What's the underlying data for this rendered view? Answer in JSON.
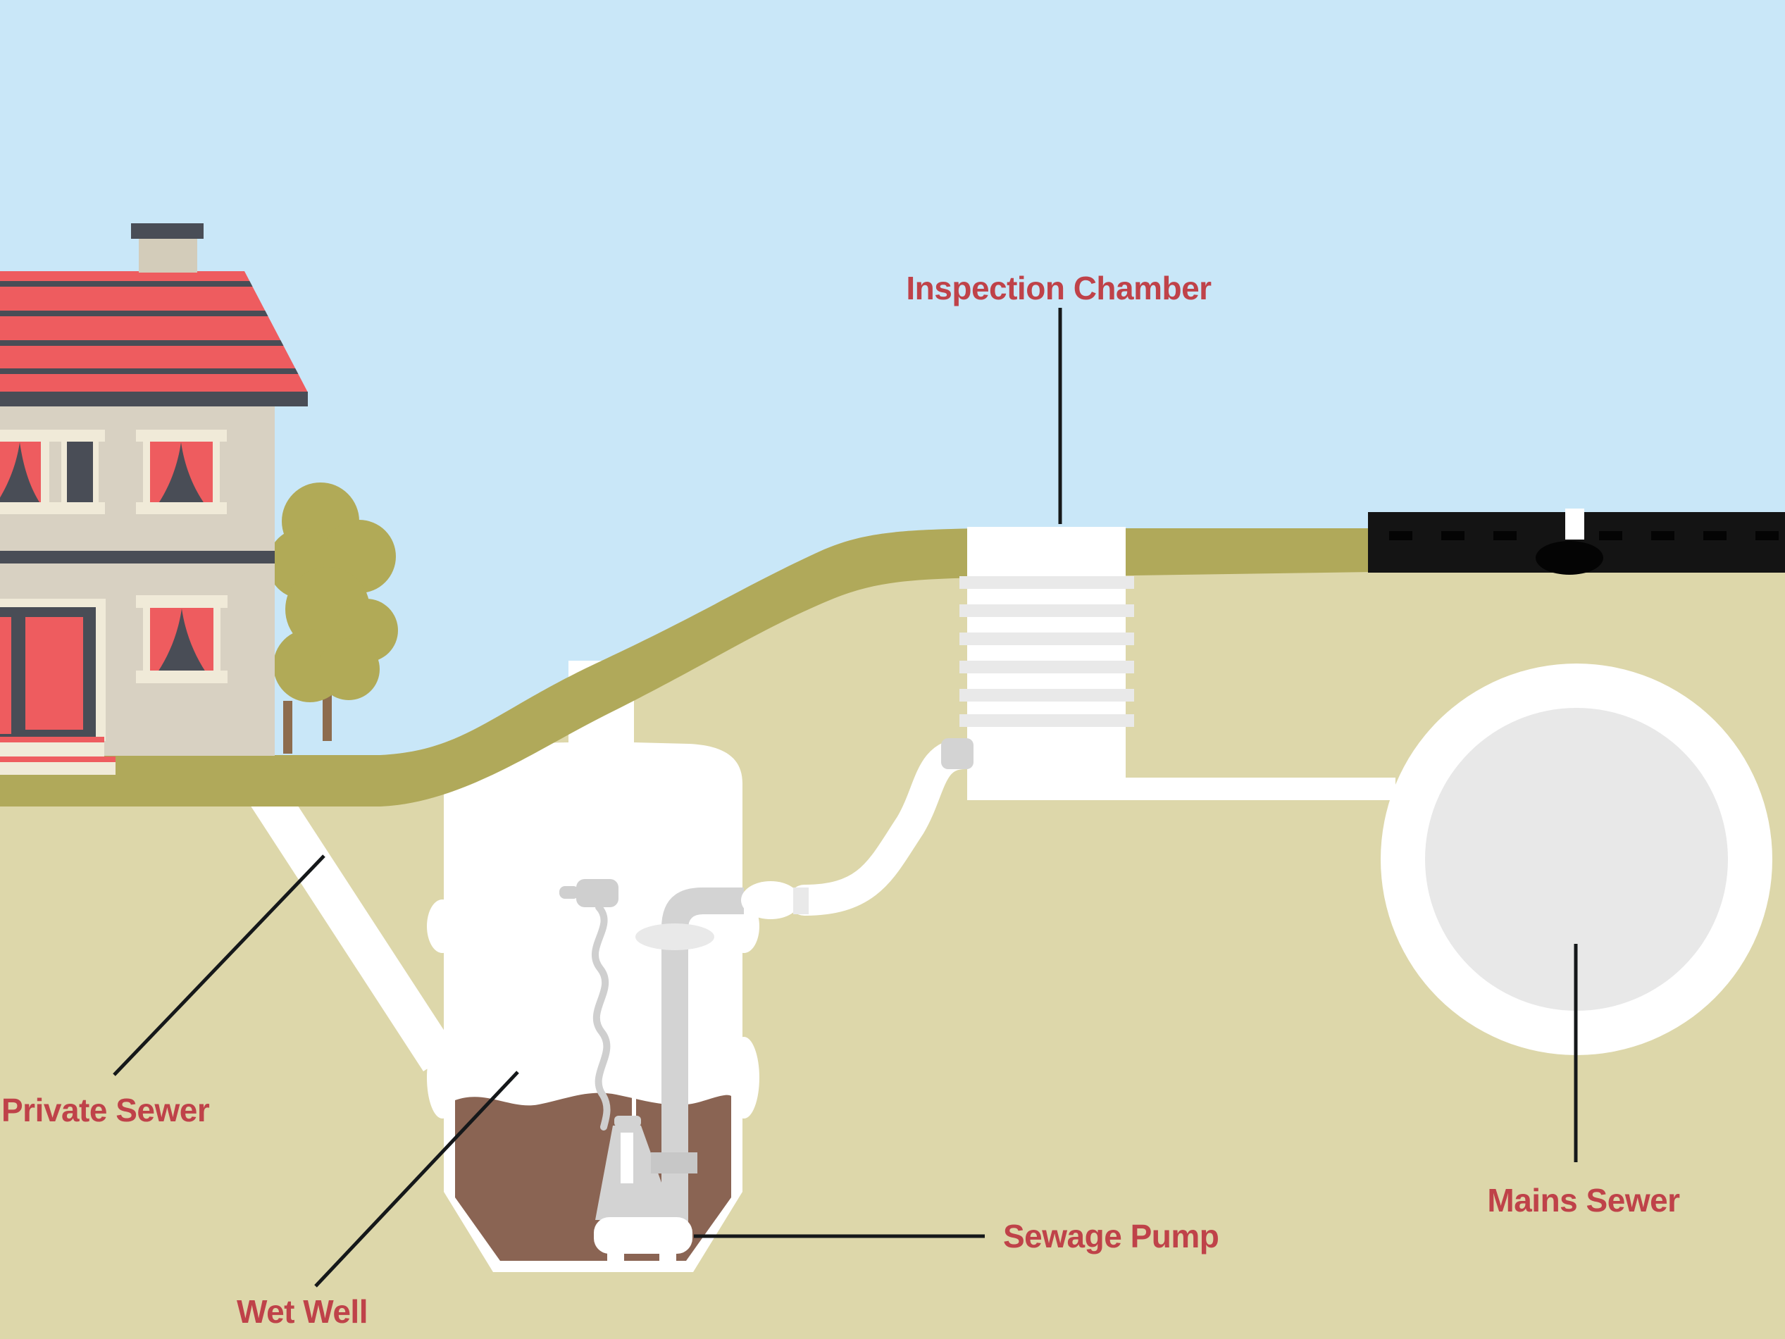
{
  "diagram": {
    "description": "Cross-section illustration of a domestic sewage pumping installation",
    "labels": {
      "inspection_chamber": "Inspection Chamber",
      "private_sewer": "Private Sewer",
      "wet_well": "Wet Well",
      "sewage_pump": "Sewage Pump",
      "mains_sewer": "Mains Sewer"
    }
  },
  "colors": {
    "sky": "#c9e7f8",
    "soil": "#ddd7aa",
    "grass": "#b0a95a",
    "road": "#141414",
    "road_marking": "#040404",
    "pipe_white": "#ffffff",
    "pipe_light": "#e9e9e9",
    "pipe_mid": "#d3d3d3",
    "pipe_dark": "#c7c7c7",
    "cable": "#cfcfcf",
    "sewage": "#8a6453",
    "wall": "#d8d1c2",
    "cream": "#f0ead8",
    "roof_red": "#ee5c5f",
    "slate": "#494d56",
    "chimney": "#d3ccba",
    "tree_foliage": "#b1aa57",
    "tree_trunk": "#8d6c4e",
    "ring_inner": "#e8e8e8",
    "label_red": "#bf4249",
    "leader": "#15181a"
  }
}
